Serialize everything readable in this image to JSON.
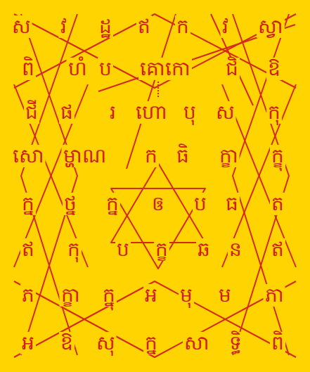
{
  "diagram": {
    "labels": [
      "ស",
      "វ",
      "ដ្ឋ",
      "ឥ",
      "ក",
      "វ",
      "ស្វា",
      "ពិ",
      "ហំ",
      "ប",
      "គោកោ",
      "ជិ",
      "ឱ",
      "ជី",
      "ផ",
      "រ",
      "ហោ",
      "បុ",
      "ស",
      "កុ",
      "សោ",
      "ម្ហាណ",
      "ក",
      "ធិ",
      "ក្ខា",
      "ក្ខុ",
      "ក្ន",
      "ថ្ន",
      "ក្ន",
      "ឲ",
      "ប",
      "ធ",
      "ត",
      "ឥ",
      "កុ",
      "ប",
      "ក្ខ",
      "ឆ",
      "ន",
      "ឥ",
      "ភ",
      "ក្ខា",
      "ក្នុ",
      "អ",
      "មុ",
      "ម",
      "ភា",
      "អ",
      "ឱ",
      "សុ",
      "ក្ន",
      "សា",
      "ទ្ធិ",
      "ពិ"
    ]
  }
}
